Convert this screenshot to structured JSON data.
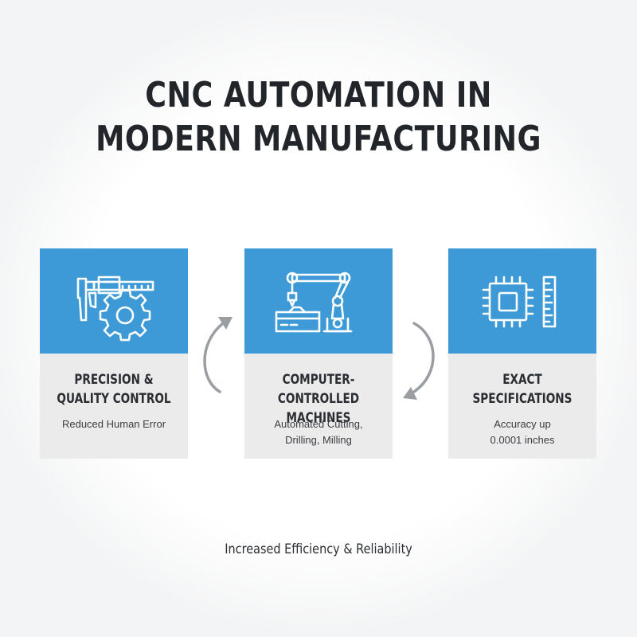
{
  "title": {
    "line1": "CNC AUTOMATION IN",
    "line2": "MODERN MANUFACTURING"
  },
  "cards": [
    {
      "title_line1": "PRECISION &",
      "title_line2": "QUALITY CONTROL",
      "sub_line1": "Reduced Human Error",
      "sub_line2": "",
      "icon": "caliper-gear-icon"
    },
    {
      "title_line1": "COMPUTER-CONTROLLED",
      "title_line2": "MACHINES",
      "sub_line1": "Automated Cutting,",
      "sub_line2": "Drilling, Milling",
      "icon": "robotic-arm-icon"
    },
    {
      "title_line1": "EXACT",
      "title_line2": "SPECIFICATIONS",
      "sub_line1": "Accuracy up",
      "sub_line2": "0.0001 inches",
      "icon": "chip-ruler-icon"
    }
  ],
  "footer": "Increased Efficiency & Reliability",
  "colors": {
    "accent": "#3d9ad6",
    "card_bottom": "#ebebec",
    "text_dark": "#22262b",
    "arrow": "#9a9ea3"
  }
}
